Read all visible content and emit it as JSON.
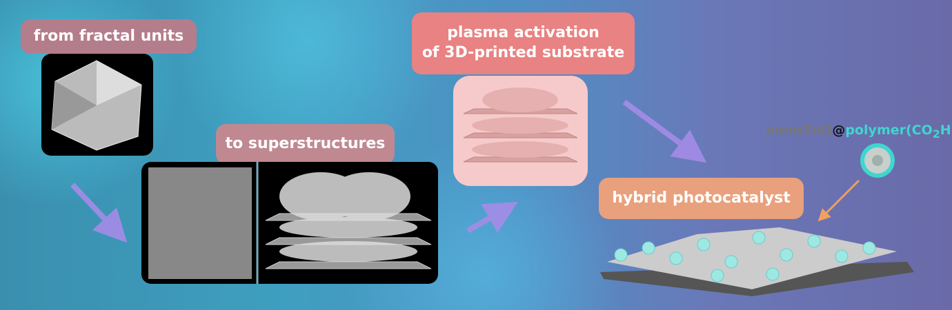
{
  "labels": {
    "fractal_units": "from fractal units",
    "superstructures": "to superstructures",
    "plasma_line1": "plasma activation",
    "plasma_line2": "of 3D-printed substrate",
    "hybrid": "hybrid photocatalyst"
  },
  "composite": {
    "core": "nanoZnO",
    "at": "@",
    "shell": "polymer(CO",
    "subscript": "2",
    "tail": "H)"
  },
  "colors": {
    "fractal_label": "#b47d8c",
    "super_label": "#c08890",
    "plasma_label": "#e98282",
    "plasma_box": "#f6caca",
    "hybrid_label": "#e9a07c",
    "shell": "#3fd6cf",
    "arrow": "#a58ce8",
    "orange_arrow": "#f0a060"
  }
}
